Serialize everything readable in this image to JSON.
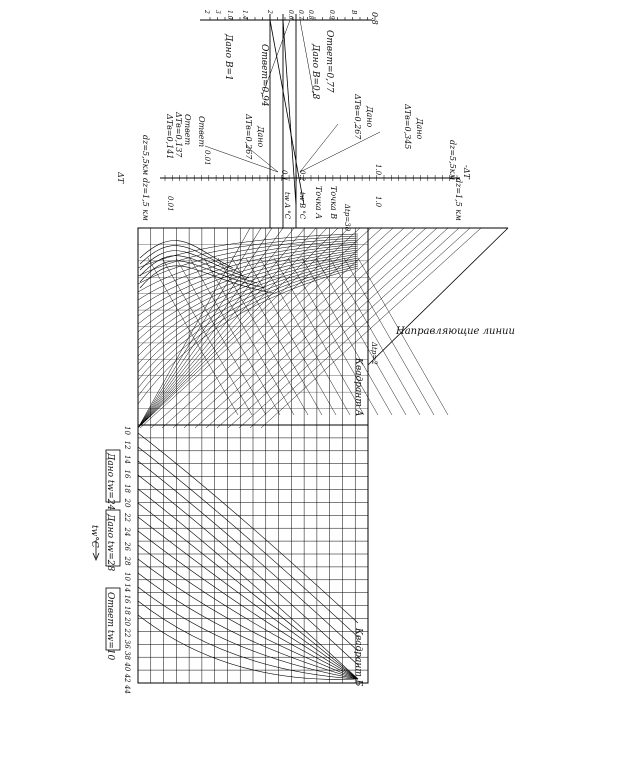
{
  "top_scale": {
    "ticks_left": [
      "2",
      "3",
      "1.0",
      "1.4",
      "2"
    ],
    "ticks_right": [
      "0.6",
      "0.7",
      "0.8",
      "0.9",
      "B"
    ],
    "right_end_label": "0.8"
  },
  "top_labels": {
    "dano_b1": "Дано B=1",
    "answer_094": "Ответ=0,94",
    "dano_b08": "Дано B=0,8",
    "answer_077": "Ответ=0,77"
  },
  "mid_labels": {
    "dano_0345": "Дано",
    "dano_0345_val": "ΔTв=0,345",
    "dano_0267": "Дано",
    "dano_0267_val": "ΔTв=0,267",
    "dano_a": "Дано",
    "dano_a_val": "ΔTв=0,267",
    "answer_a": "Ответ",
    "answer_a_val": "ΔTв=0,137",
    "answer_b": "Ответ",
    "answer_b_val": "ΔTв=0,141",
    "dz_right": "dz=5,5км",
    "dz_left": "dz=5,5км",
    "dz_right2": "dz=1,5 км",
    "dz_left2": "dz=1,5 км",
    "delta_t_left": "ΔT",
    "delta_t_right": "-ΔT"
  },
  "mid_scale_ticks": [
    "0.01",
    "0.01",
    "0.1",
    "0.2",
    "1.0",
    "1.0"
  ],
  "mid_points": {
    "point_a": "Точка A",
    "point_b": "Точка B",
    "tw_a": "tw A °C",
    "tw_b": "tw B °C",
    "fv": "Δtр=30"
  },
  "grid_labels": {
    "guide_lines": "Направляющие линии",
    "quadrant_a": "Квадрант A",
    "quadrant_b": "Квадрант Б",
    "dt_label": "Δtр=2"
  },
  "left_axis": {
    "upper_ticks": [
      "10",
      "12",
      "14",
      "16",
      "18",
      "20",
      "22",
      "24",
      "26",
      "28"
    ],
    "lower_ticks": [
      "10",
      "14",
      "16",
      "18",
      "20",
      "22",
      "36",
      "38",
      "40",
      "42",
      "44"
    ],
    "axis_label": "tw°C"
  },
  "side_boxes": {
    "given_24": "Дано tw=24",
    "given_28": "Дано tw=28",
    "answer_10": "Ответ tw=10"
  }
}
